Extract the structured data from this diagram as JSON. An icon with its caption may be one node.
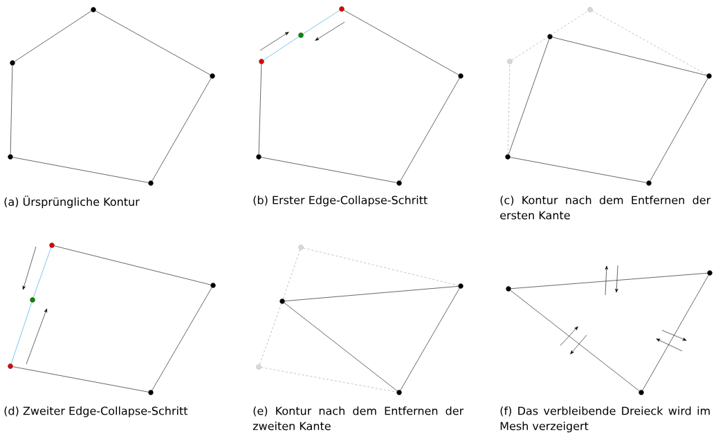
{
  "diagram": {
    "nodes": [
      {
        "text": [],
        "shape": "circle"
      },
      {
        "text": [],
        "shape": "circle"
      },
      {
        "text": [],
        "shape": "circle"
      },
      {
        "text": [],
        "shape": "circle"
      },
      {
        "text": [],
        "shape": "circle"
      },
      {
        "text": [],
        "shape": "circle"
      },
      {
        "text": [],
        "shape": "circle"
      },
      {
        "text": [],
        "shape": "circle"
      },
      {
        "text": [],
        "shape": "circle"
      },
      {
        "text": [],
        "shape": "circle"
      },
      {
        "text": [],
        "shape": "circle"
      },
      {
        "text": [],
        "shape": "circle"
      },
      {
        "text": [],
        "shape": "circle"
      },
      {
        "text": [],
        "shape": "circle"
      },
      {
        "text": [],
        "shape": "circle"
      },
      {
        "text": [],
        "shape": "circle"
      },
      {
        "text": [],
        "shape": "circle"
      },
      {
        "text": [],
        "shape": "circle"
      },
      {
        "text": [],
        "shape": "circle"
      },
      {
        "text": [],
        "shape": "circle"
      },
      {
        "text": [],
        "shape": "circle"
      },
      {
        "text": [],
        "shape": "circle"
      },
      {
        "text": [],
        "shape": "circle"
      },
      {
        "text": [],
        "shape": "circle"
      },
      {
        "text": [],
        "shape": "circle"
      },
      {
        "text": [],
        "shape": "circle"
      },
      {
        "text": [],
        "shape": "circle"
      },
      {
        "text": [],
        "shape": "circle"
      },
      {
        "text": [],
        "shape": "circle"
      },
      {
        "text": [],
        "shape": "circle"
      }
    ],
    "edges": [
      {
        "from": 0,
        "to": 1,
        "arrow": "none"
      },
      {
        "from": 1,
        "to": 2,
        "arrow": "none"
      },
      {
        "from": 2,
        "to": 3,
        "arrow": "none"
      },
      {
        "from": 3,
        "to": 4,
        "arrow": "none"
      },
      {
        "from": 4,
        "to": 0,
        "arrow": "none"
      },
      {
        "from": 5,
        "to": 6,
        "arrow": "none"
      },
      {
        "from": 6,
        "to": 7,
        "arrow": "none"
      },
      {
        "from": 7,
        "to": 8,
        "arrow": "none"
      },
      {
        "from": 8,
        "to": 9,
        "arrow": "none"
      },
      {
        "from": 9,
        "to": 10,
        "arrow": "none",
        "color": "#1ea0e0"
      },
      {
        "from": 10,
        "to": 5,
        "arrow": "none",
        "color": "#1ea0e0"
      },
      {
        "from": 16,
        "to": 12,
        "arrow": "none",
        "style": "dashed",
        "color": "#999999"
      },
      {
        "from": 12,
        "to": 11,
        "arrow": "none",
        "style": "dashed",
        "color": "#999999"
      },
      {
        "from": 11,
        "to": 14,
        "arrow": "none",
        "style": "dashed",
        "color": "#999999"
      },
      {
        "from": 13,
        "to": 14,
        "arrow": "none"
      },
      {
        "from": 14,
        "to": 15,
        "arrow": "none"
      },
      {
        "from": 15,
        "to": 16,
        "arrow": "none"
      },
      {
        "from": 16,
        "to": 13,
        "arrow": "none"
      },
      {
        "from": 17,
        "to": 18,
        "arrow": "none"
      },
      {
        "from": 18,
        "to": 19,
        "arrow": "none"
      },
      {
        "from": 19,
        "to": 20,
        "arrow": "none"
      },
      {
        "from": 20,
        "to": 21,
        "arrow": "none",
        "color": "#1ea0e0"
      },
      {
        "from": 21,
        "to": 17,
        "arrow": "none",
        "color": "#1ea0e0"
      },
      {
        "from": 22,
        "to": 23,
        "arrow": "none",
        "style": "dashed",
        "color": "#999999"
      },
      {
        "from": 22,
        "to": 26,
        "arrow": "none",
        "style": "dashed",
        "color": "#999999"
      },
      {
        "from": 26,
        "to": 25,
        "arrow": "none",
        "style": "dashed",
        "color": "#999999"
      },
      {
        "from": 25,
        "to": 24,
        "arrow": "none",
        "style": "dashed",
        "color": "#999999"
      },
      {
        "from": 26,
        "to": 23,
        "arrow": "none"
      },
      {
        "from": 23,
        "to": 24,
        "arrow": "none"
      },
      {
        "from": 24,
        "to": 26,
        "arrow": "none"
      },
      {
        "from": 27,
        "to": 28,
        "arrow": "none"
      },
      {
        "from": 28,
        "to": 29,
        "arrow": "none"
      },
      {
        "from": 29,
        "to": 27,
        "arrow": "none"
      }
    ],
    "labels": [
      "(a) Ürsprüngliche Kontur",
      "(b) Erster Edge-Collapse-Schritt",
      "(c) Kontur nach dem Entfernen der ersten Kante",
      "(d) Zweiter Edge-Collapse-Schritt",
      "(e) Kontur nach dem Entfernen der zweiten Kante",
      "(f) Das verbleibende Dreieck wird im Mesh verzeigert"
    ]
  }
}
